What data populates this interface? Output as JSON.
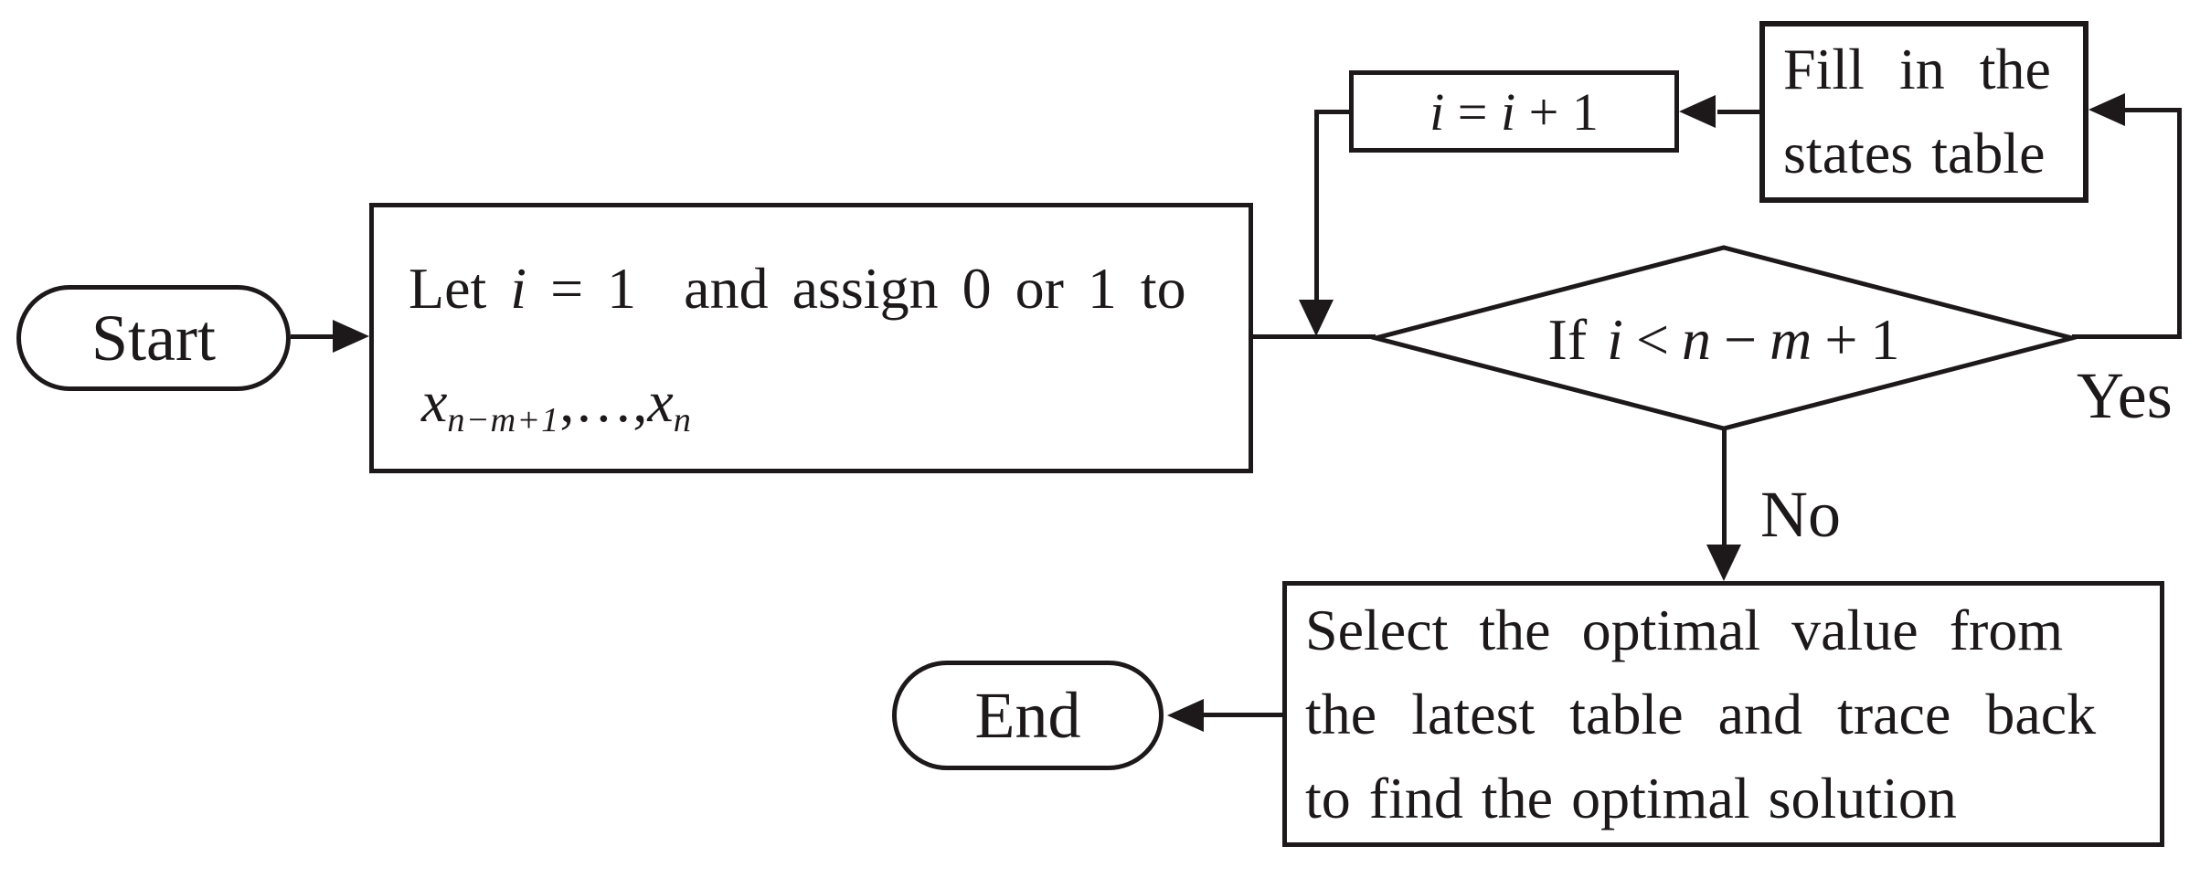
{
  "flowchart": {
    "start": {
      "label": "Start"
    },
    "init": {
      "let_word": "Let",
      "i_var": "i",
      "equals": "=",
      "one": "1",
      "tail": "and assign 0 or 1 to",
      "x_var": "x",
      "sub_first": "n−m+1",
      "ellipsis": ",…,",
      "x_var2": "x",
      "sub_last": "n"
    },
    "increment": {
      "i1": "i",
      "eq": "=",
      "i2": "i",
      "plus": "+",
      "one": "1"
    },
    "fill_states": {
      "line1": "Fill in the",
      "line2": "states table"
    },
    "decision": {
      "if_word": "If",
      "i_var": "i",
      "lt": "<",
      "n_var": "n",
      "minus": "−",
      "m_var": "m",
      "plus": "+",
      "one": "1"
    },
    "select": {
      "line1": "Select the optimal value from",
      "line2": "the latest table and trace back",
      "line3": "to find the optimal solution"
    },
    "end": {
      "label": "End"
    },
    "labels": {
      "yes": "Yes",
      "no": "No"
    }
  },
  "colors": {
    "ink": "#1d191a",
    "background": "#ffffff"
  }
}
